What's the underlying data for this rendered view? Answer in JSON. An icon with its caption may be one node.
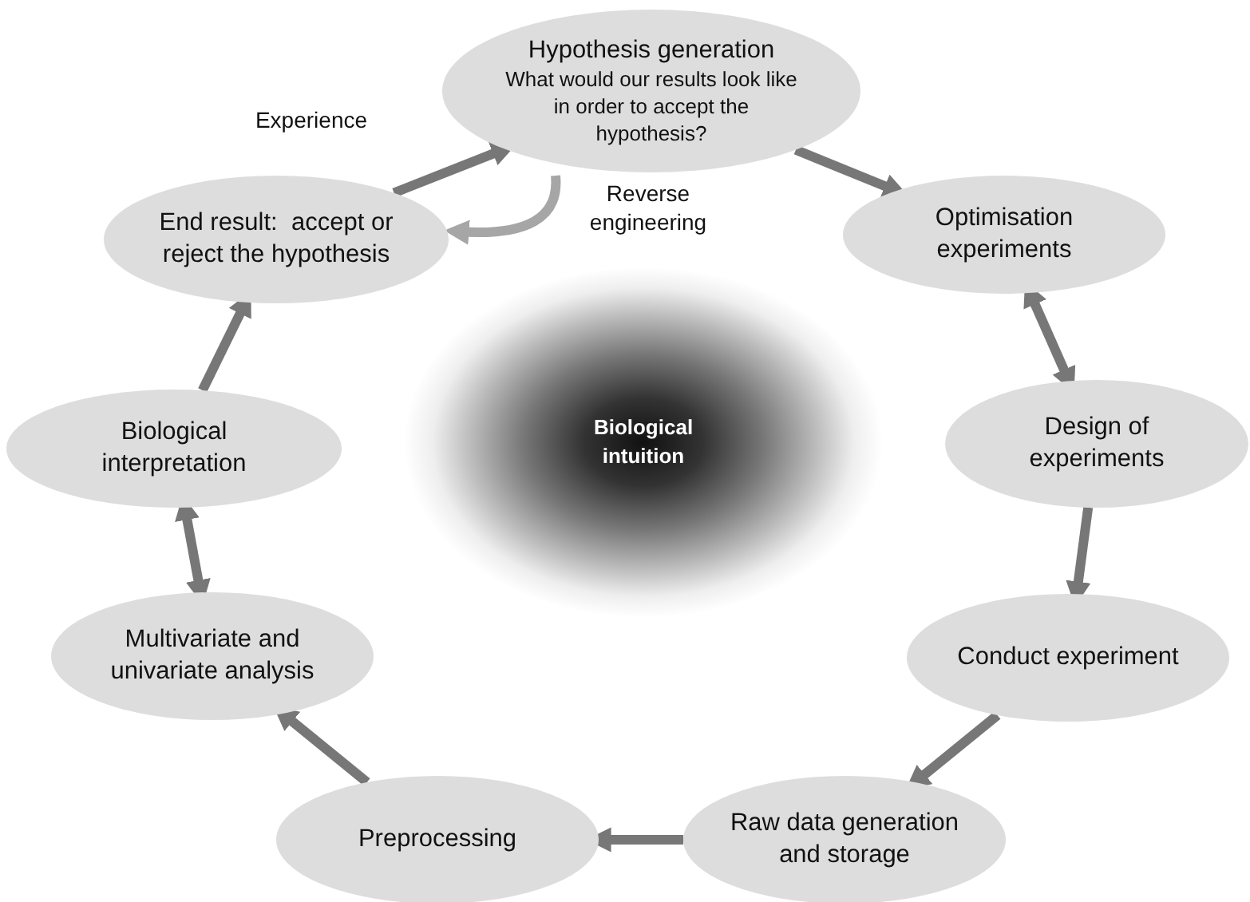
{
  "diagram": {
    "nodes": [
      {
        "text": [
          "Hypothesis generation",
          "What would our results look like in order to accept the hypothesis?"
        ]
      },
      {
        "text": [
          "Optimisation experiments"
        ]
      },
      {
        "text": [
          "Design of experiments"
        ]
      },
      {
        "text": [
          "Conduct experiment"
        ]
      },
      {
        "text": [
          "Raw data generation and storage"
        ]
      },
      {
        "text": [
          "Preprocessing"
        ]
      },
      {
        "text": [
          "Multivariate and univariate analysis"
        ]
      },
      {
        "text": [
          "Biological interpretation"
        ]
      },
      {
        "text": [
          "End result:  accept or reject the hypothesis"
        ]
      },
      {
        "text": [
          "Biological intuition"
        ]
      }
    ],
    "edges": [
      {
        "from": 0,
        "to": 1,
        "arrow": "to"
      },
      {
        "from": 1,
        "to": 2,
        "arrow": "both"
      },
      {
        "from": 2,
        "to": 3,
        "arrow": "to"
      },
      {
        "from": 3,
        "to": 4,
        "arrow": "to"
      },
      {
        "from": 4,
        "to": 5,
        "arrow": "to"
      },
      {
        "from": 5,
        "to": 6,
        "arrow": "to"
      },
      {
        "from": 6,
        "to": 7,
        "arrow": "both"
      },
      {
        "from": 7,
        "to": 8,
        "arrow": "to"
      },
      {
        "from": 8,
        "to": 0,
        "arrow": "to",
        "label": "Experience"
      },
      {
        "from": 0,
        "to": 8,
        "arrow": "to",
        "label": "Reverse engineering",
        "color": "#a6a6a6"
      }
    ]
  }
}
